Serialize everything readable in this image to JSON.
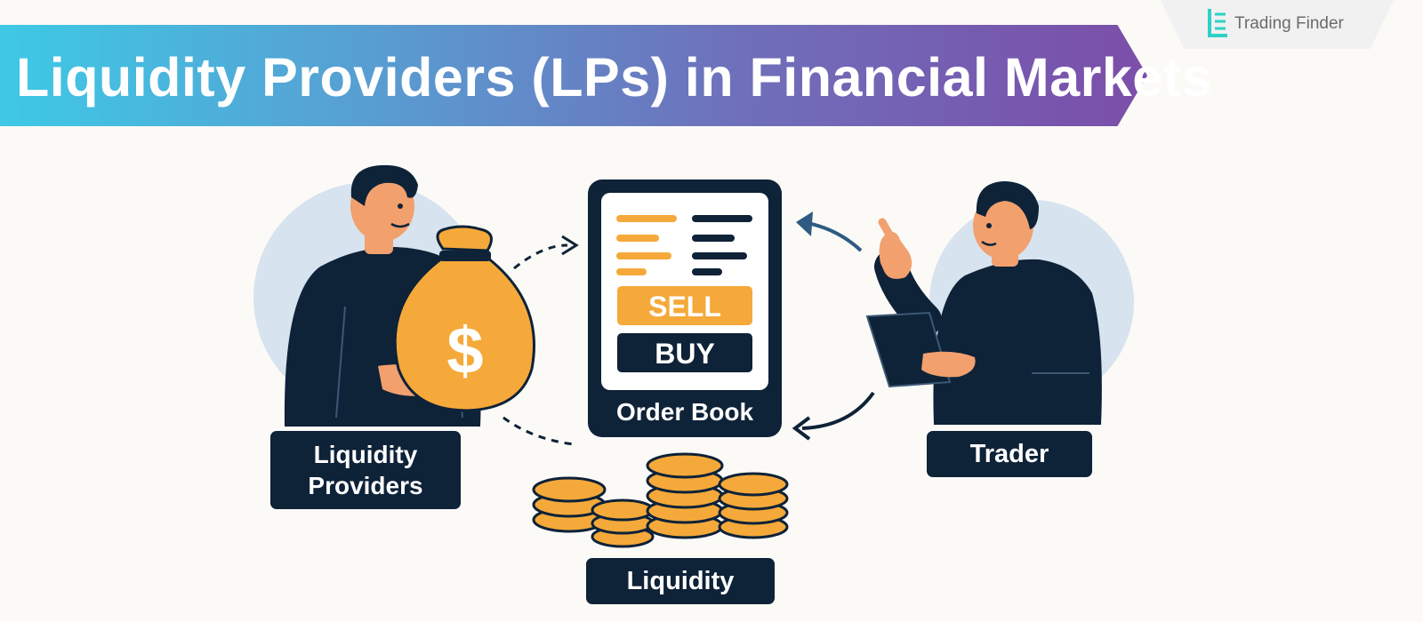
{
  "header": {
    "title": "Liquidity Providers (LPs) in Financial Markets",
    "brand": "Trading Finder"
  },
  "order_book": {
    "sell_label": "SELL",
    "buy_label": "BUY",
    "caption": "Order Book"
  },
  "labels": {
    "liquidity_providers": "Liquidity\nProviders",
    "trader": "Trader",
    "liquidity": "Liquidity"
  },
  "money_bag_symbol": "$",
  "colors": {
    "navy": "#0e2238",
    "orange": "#f5a93a",
    "skin": "#f2a06e",
    "circle_bg": "#d7e3ee",
    "arrow_blue": "#2f5b82",
    "banner_start": "#3ec9e6",
    "banner_end": "#7b4ea9"
  }
}
